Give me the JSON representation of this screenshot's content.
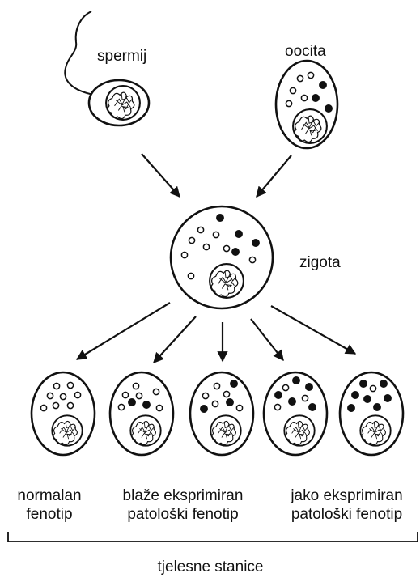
{
  "labels": {
    "sperm": "spermij",
    "oocyte": "oocita",
    "zygote": "zigota",
    "normal": {
      "line1": "normalan",
      "line2": "fenotip"
    },
    "mild": {
      "line1": "blaže eksprimiran",
      "line2": "patološki fenotip"
    },
    "severe": {
      "line1": "jako eksprimiran",
      "line2": "patološki fenotip"
    },
    "somatic": "tjelesne stanice"
  },
  "cells": {
    "oocyte": {
      "empty_mito": 5,
      "filled_mito": 3
    },
    "zygote": {
      "empty_mito": 8,
      "filled_mito": 4
    },
    "daughters": [
      {
        "id": "normal",
        "empty_mito": 8,
        "filled_mito": 0
      },
      {
        "id": "mild-1",
        "empty_mito": 6,
        "filled_mito": 2
      },
      {
        "id": "mild-2",
        "empty_mito": 5,
        "filled_mito": 3
      },
      {
        "id": "severe-1",
        "empty_mito": 3,
        "filled_mito": 5
      },
      {
        "id": "severe-2",
        "empty_mito": 1,
        "filled_mito": 7
      }
    ]
  },
  "colors": {
    "ink": "#111111",
    "background": "#ffffff"
  }
}
